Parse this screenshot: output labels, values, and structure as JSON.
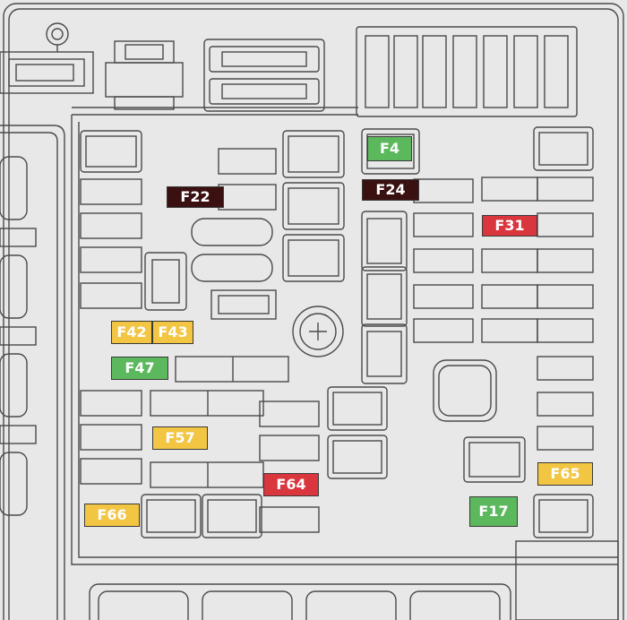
{
  "colors": {
    "background": "#e8e8e8",
    "outline": "#4a4a4a",
    "green": "#5cb85c",
    "yellow": "#f2c542",
    "red": "#d9363e",
    "dark": "#3a1010"
  },
  "fuses": [
    {
      "id": "F4",
      "label": "F4",
      "color": "green"
    },
    {
      "id": "F22",
      "label": "F22",
      "color": "dark"
    },
    {
      "id": "F24",
      "label": "F24",
      "color": "dark"
    },
    {
      "id": "F31",
      "label": "F31",
      "color": "red"
    },
    {
      "id": "F42",
      "label": "F42",
      "color": "yellow"
    },
    {
      "id": "F43",
      "label": "F43",
      "color": "yellow"
    },
    {
      "id": "F47",
      "label": "F47",
      "color": "green"
    },
    {
      "id": "F57",
      "label": "F57",
      "color": "yellow"
    },
    {
      "id": "F64",
      "label": "F64",
      "color": "red"
    },
    {
      "id": "F65",
      "label": "F65",
      "color": "yellow"
    },
    {
      "id": "F66",
      "label": "F66",
      "color": "yellow"
    },
    {
      "id": "F17",
      "label": "F17",
      "color": "green"
    }
  ]
}
